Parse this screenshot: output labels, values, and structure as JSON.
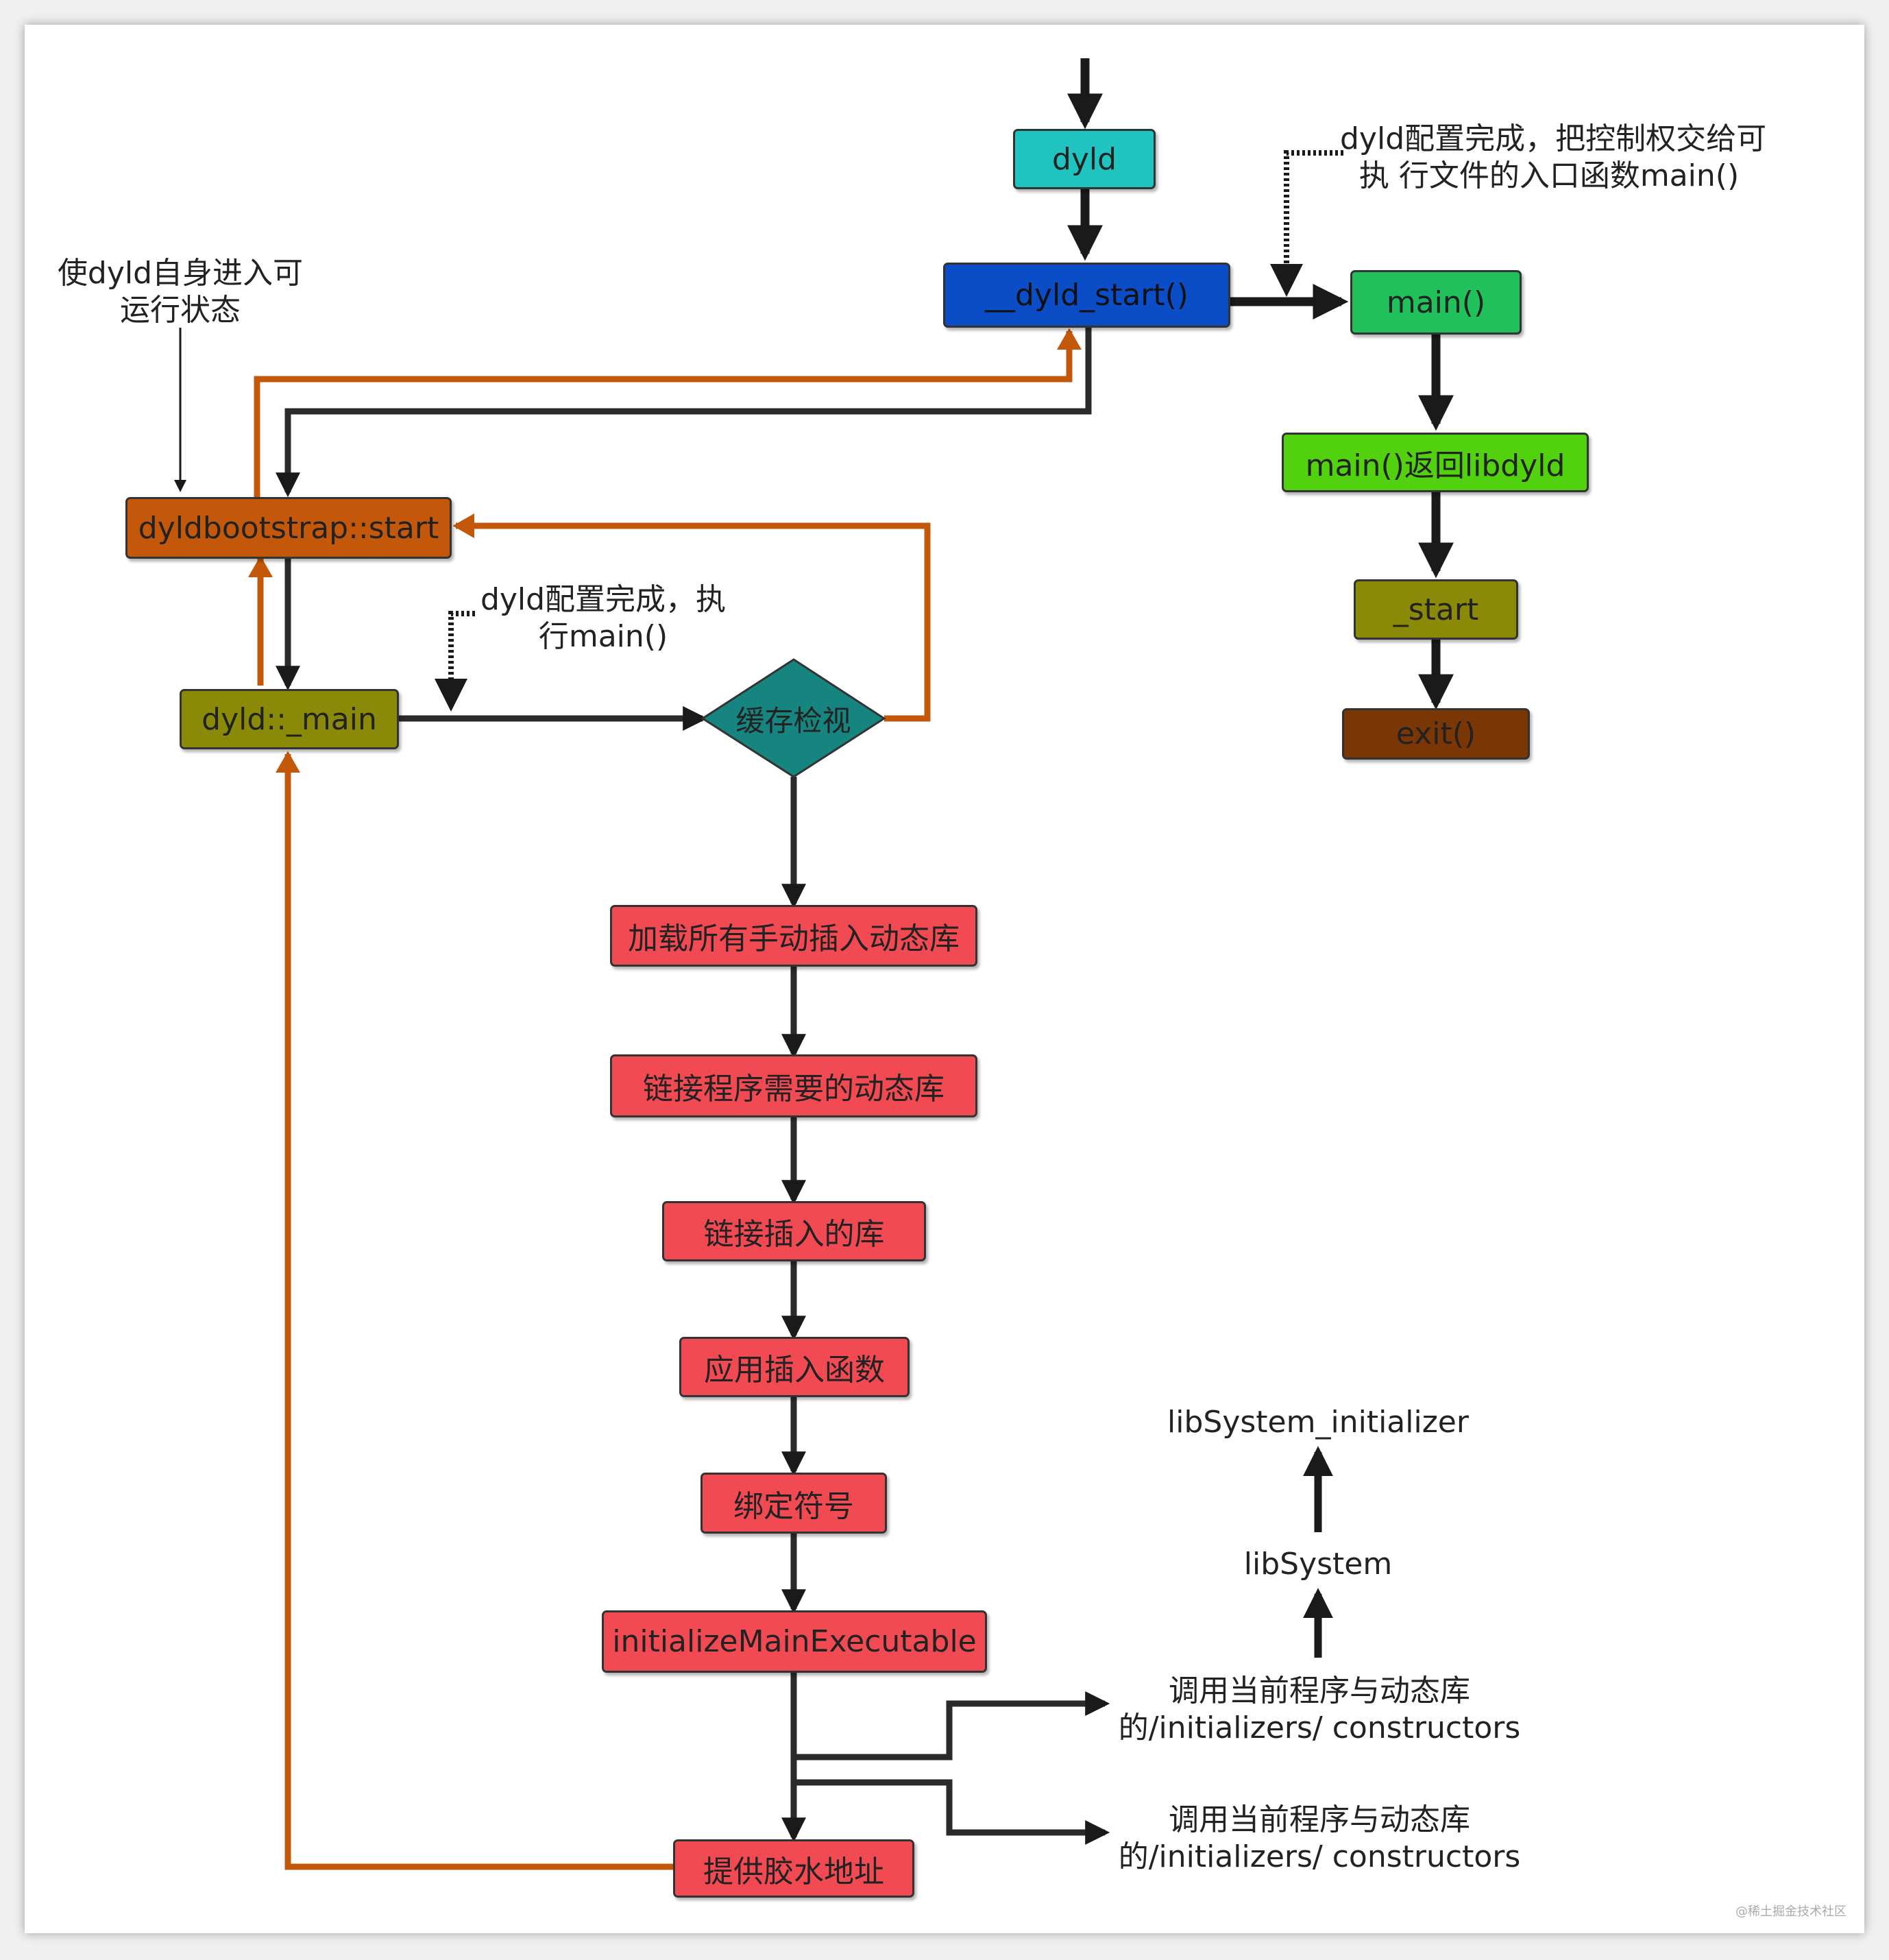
{
  "colors": {
    "dyld": "#1fc4c0",
    "dyld_start": "#0b4cc7",
    "main": "#20c05a",
    "main_return": "#52d10f",
    "start_olive": "#8b8a08",
    "exit": "#7a3605",
    "bootstrap": "#c4580a",
    "dyld_main": "#8b8a08",
    "diamond": "#16857f",
    "red_step": "#f24a53",
    "orange_line": "#c4580a",
    "black_line": "#2a2a2a"
  },
  "nodes": {
    "dyld": "dyld",
    "dyld_start": "__dyld_start()",
    "main": "main()",
    "main_return": "main()返回libdyld",
    "start": "_start",
    "exit": "exit()",
    "bootstrap": "dyldbootstrap::start",
    "dyld_main": "dyld::_main",
    "cache_check": "缓存检视",
    "step_load_inserted": "加载所有手动插入动态库",
    "step_link_program": "链接程序需要的动态库",
    "step_link_inserted": "链接插入的库",
    "step_apply_interpose": "应用插入函数",
    "step_bind_symbols": "绑定符号",
    "step_init_main": "initializeMainExecutable",
    "step_glue": "提供胶水地址"
  },
  "annotations": {
    "handoff_line1": "dyld配置完成，把控制权交给可",
    "handoff_line2": "执 行文件的入口函数main()",
    "self_run_line1": "使dyld自身进入可",
    "self_run_line2": "运行状态",
    "config_line1": "dyld配置完成，执",
    "config_line2": "行main()",
    "libsystem_initializer": "libSystem_initializer",
    "libsystem": "libSystem",
    "ctor1_line1": "调用当前程序与动态库",
    "ctor1_line2": "的/initializers/ constructors",
    "ctor2_line1": "调用当前程序与动态库",
    "ctor2_line2": "的/initializers/ constructors"
  },
  "watermark": "@稀土掘金技术社区"
}
